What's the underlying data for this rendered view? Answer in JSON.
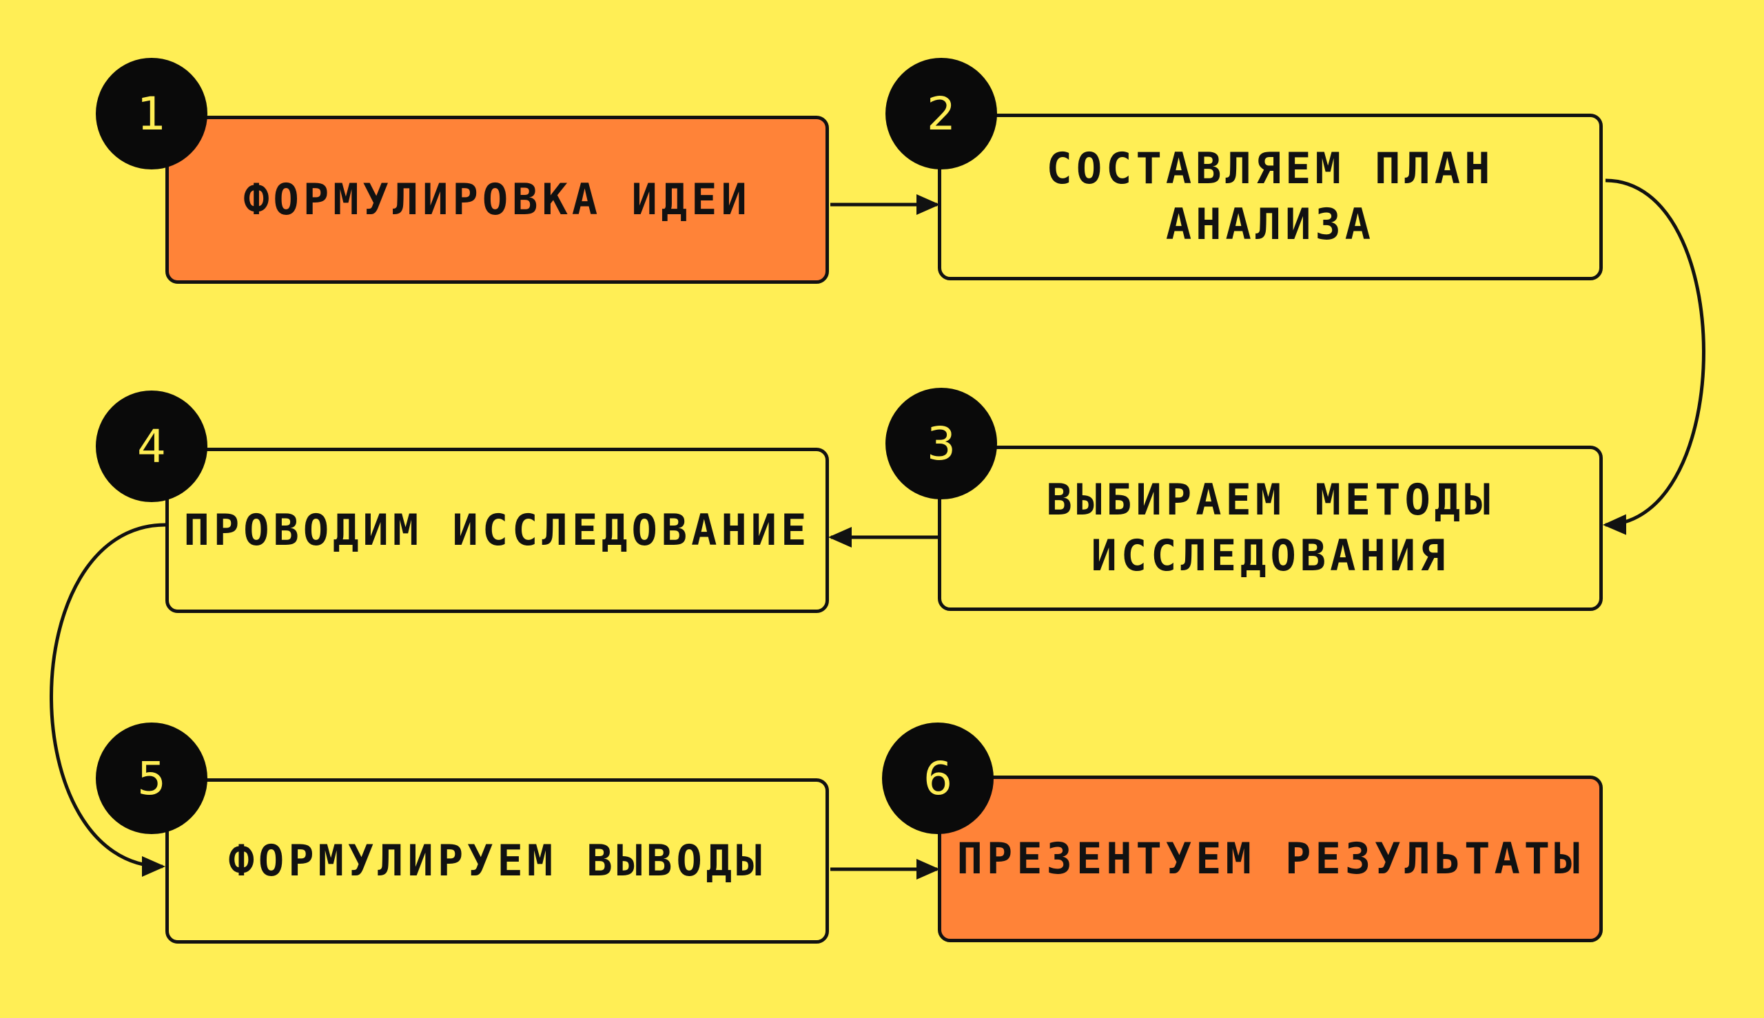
{
  "colors": {
    "background": "#FFEE55",
    "highlight_box": "#FF8338",
    "box_fill": "#FFEE55",
    "outline": "#111111",
    "badge": "#0A0A0A",
    "badge_text": "#FFEE55"
  },
  "steps": [
    {
      "number": "1",
      "label": "ФОРМУЛИРОВКА ИДЕИ",
      "highlighted": true
    },
    {
      "number": "2",
      "label": "СОСТАВЛЯЕМ ПЛАН\nАНАЛИЗА",
      "highlighted": false
    },
    {
      "number": "3",
      "label": "ВЫБИРАЕМ МЕТОДЫ\nИССЛЕДОВАНИЯ",
      "highlighted": false
    },
    {
      "number": "4",
      "label": "ПРОВОДИМ ИССЛЕДОВАНИЕ",
      "highlighted": false
    },
    {
      "number": "5",
      "label": "ФОРМУЛИРУЕМ ВЫВОДЫ",
      "highlighted": false
    },
    {
      "number": "6",
      "label": "ПРЕЗЕНТУЕМ РЕЗУЛЬТАТЫ",
      "highlighted": true
    }
  ]
}
